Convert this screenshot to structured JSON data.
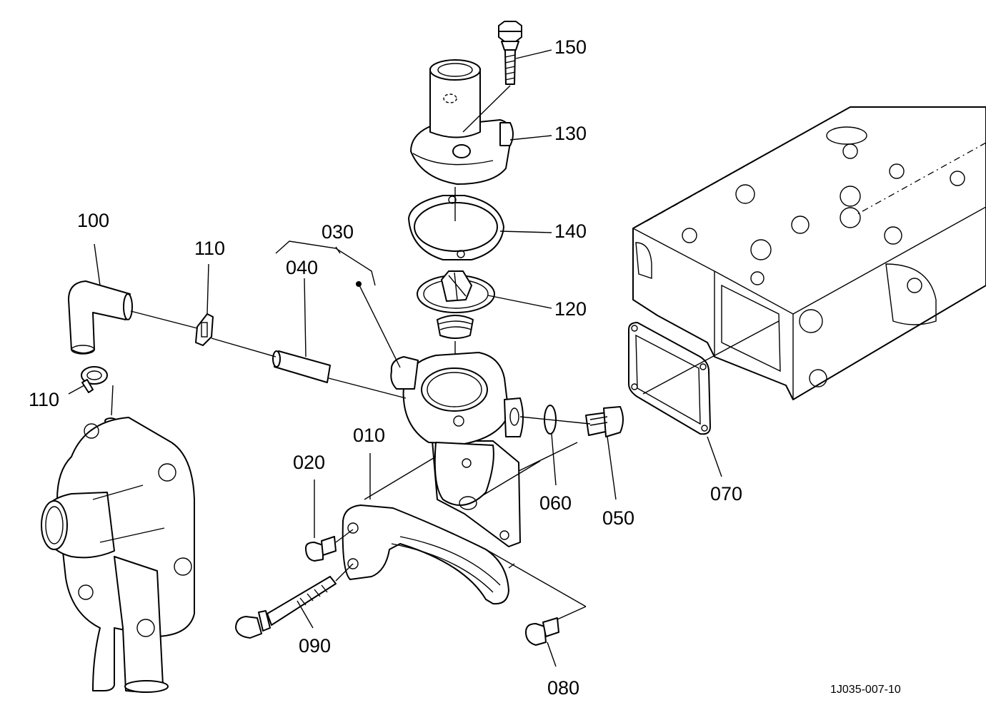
{
  "diagram": {
    "part_labels": {
      "p150": "150",
      "p130": "130",
      "p140": "140",
      "p120": "120",
      "p100": "100",
      "p110a": "110",
      "p030": "030",
      "p040": "040",
      "p110b": "110",
      "p010": "010",
      "p020": "020",
      "p060": "060",
      "p050": "050",
      "p070": "070",
      "p090": "090",
      "p080": "080"
    },
    "drawing_code": "1J035-007-10"
  }
}
